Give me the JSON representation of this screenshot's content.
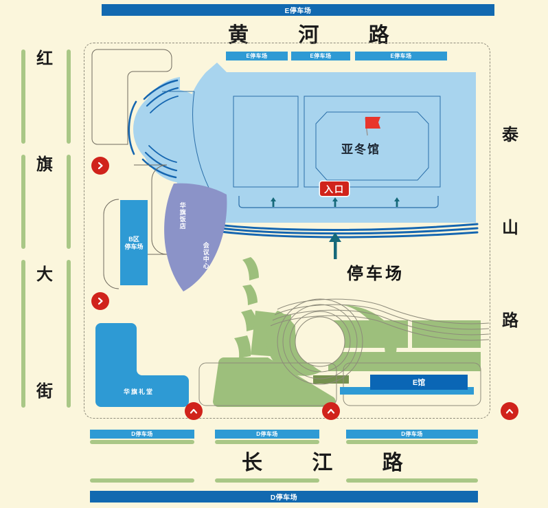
{
  "map": {
    "title_bar_top": "E停车场",
    "title_bar_bottom": "D停车场",
    "roads": {
      "north": "黄  河  路",
      "south": "长  江  路",
      "west": [
        "红",
        "旗",
        "大",
        "街"
      ],
      "east": [
        "泰",
        "山",
        "路"
      ]
    },
    "top_parking_labels": [
      "E停车场",
      "E停车场",
      "E停车场"
    ],
    "bottom_parking_labels": [
      "D停车场",
      "D停车场",
      "D停车场"
    ],
    "venues": {
      "main_hall": "亚冬馆",
      "entrance": "入口",
      "parking_area": "停车场",
      "b_lot": "B区\n停车场",
      "hotel": "华旗饭店",
      "conference": "会议中心",
      "auditorium": "华旗礼堂",
      "e_hall": "E馆"
    },
    "colors": {
      "background": "#fbf6dc",
      "deep_blue": "#1269b0",
      "mid_blue": "#2e9ad4",
      "pale_blue": "#a8d4ee",
      "outline_blue": "#1a5f9e",
      "purple": "#8b93c8",
      "green": "#9dbf7c",
      "green_bar": "#a9c786",
      "red": "#d0231b",
      "teal": "#16697a"
    }
  }
}
